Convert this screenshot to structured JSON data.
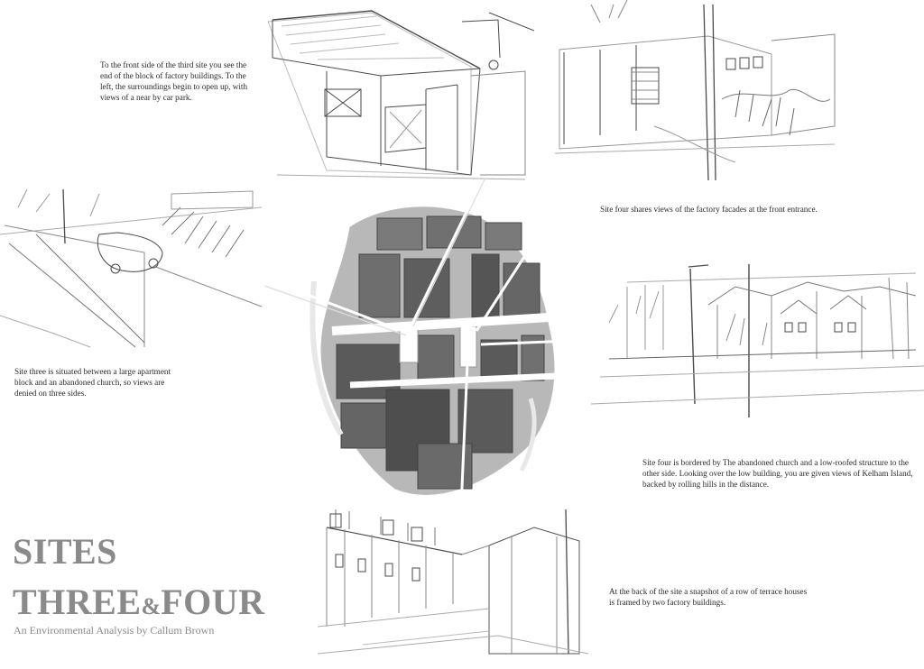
{
  "title": {
    "line1": "SITES",
    "line2_a": "THREE",
    "line2_amp": "&",
    "line2_b": "FOUR",
    "subtitle": "An Environmental Analysis by Callum Brown"
  },
  "captions": {
    "top_left": "To the front side of the third site you see the end of the block of factory buildings. To the left, the surroundings begin to open up, with views of a near by car park.",
    "top_right": "Site four shares views of the factory facades at the front entrance.",
    "left": "Site three is situated between a large apartment block and an abandoned church, so views are denied on three sides.",
    "right": "Site four is bordered by The abandoned church and a low-roofed structure to the other side. Looking over the low building, you are given views of Kelham Island, backed by rolling hills in the distance.",
    "bottom": "At the back of the site a snapshot of a row of terrace houses is framed by two factory buildings."
  },
  "colors": {
    "pencil": "#4a4a4a",
    "pencil_light": "#9a9a9a",
    "shade_dark": "#555555",
    "shade_mid": "#8c8c8c",
    "title_grey": "#8a8a8a"
  }
}
